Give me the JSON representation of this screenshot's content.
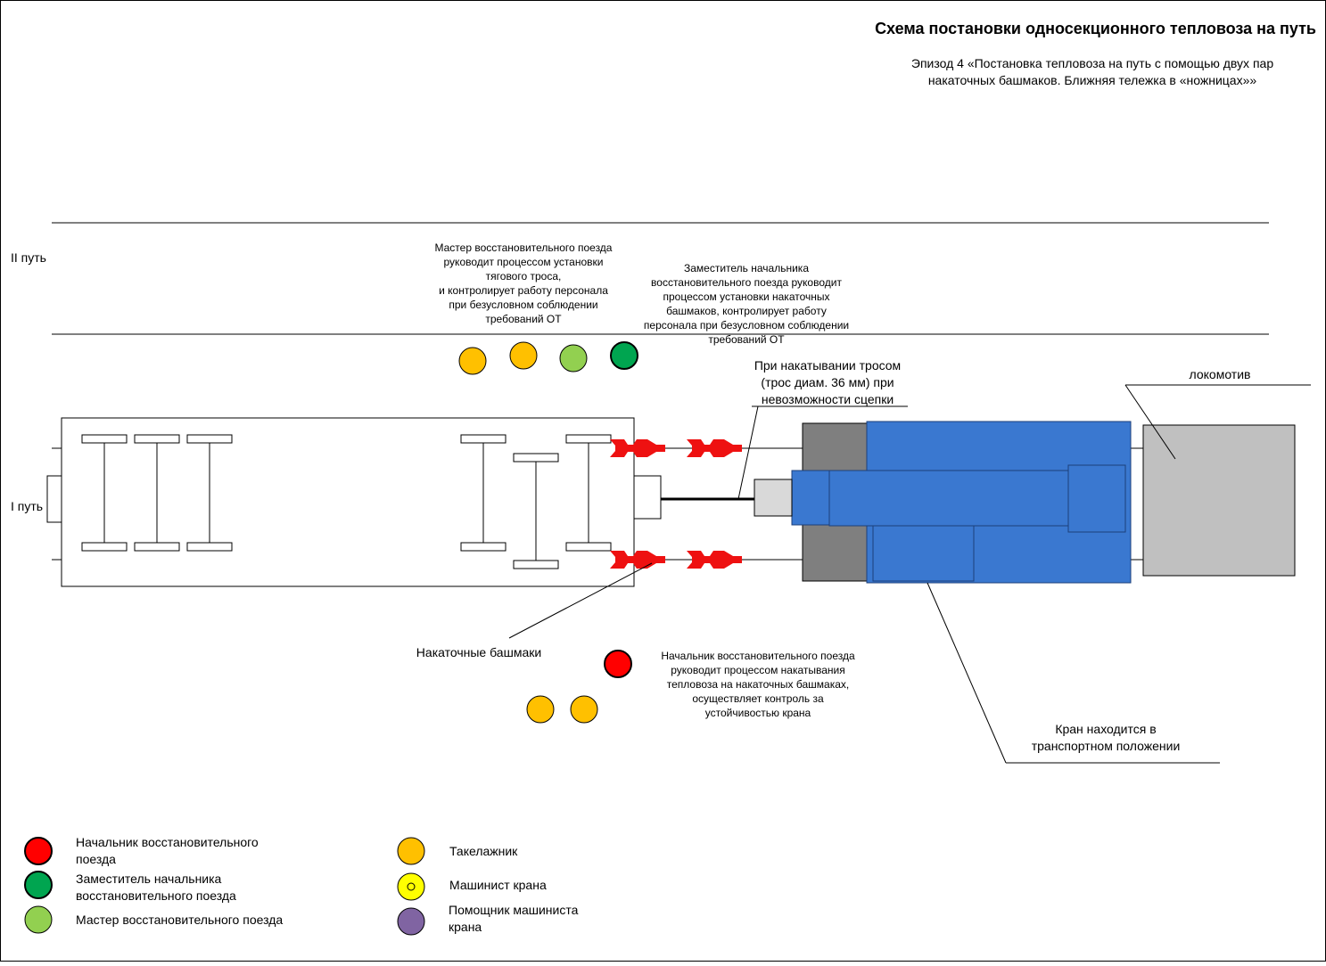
{
  "title": "Схема постановки односекционного тепловоза на путь",
  "episode": {
    "line1": "Эпизод 4 «Постановка тепловоза на путь с помощью двух пар",
    "line2": "накаточных башмаков. Ближняя тележка в «ножницах»»"
  },
  "tracks": {
    "track2_label": "II путь",
    "track1_label": "I путь"
  },
  "notes": {
    "master": [
      "Мастер восстановительного поезда",
      "руководит процессом установки",
      "тягового троса,",
      "и контролирует работу персонала",
      "при безусловном соблюдении",
      "требований ОТ"
    ],
    "deputy": [
      "Заместитель начальника",
      "восстановительного поезда руководит",
      "процессом установки накаточных",
      "башмаков,  контролирует работу",
      "персонала при безусловном соблюдении",
      "требований ОТ"
    ],
    "cable": [
      "При накатывании тросом",
      "(трос диам. 36 мм) при",
      "невозможности сцепки"
    ],
    "locomotive": "локомотив",
    "shoes": "Накаточные башмаки",
    "chief": [
      "Начальник восстановительного поезда",
      "руководит процессом накатывания",
      "тепловоза на накаточных башмаках,",
      "осуществляет контроль за",
      "устойчивостью крана"
    ],
    "crane": [
      "Кран находится в",
      "транспортном положении"
    ]
  },
  "legend": {
    "chief": [
      "Начальник восстановительного",
      "поезда"
    ],
    "deputy": [
      "Заместитель начальника",
      "восстановительного поезда"
    ],
    "master": "Мастер восстановительного поезда",
    "rigger": "Такелажник",
    "crane_operator": "Машинист крана",
    "crane_assistant": [
      "Помощник машиниста",
      "крана"
    ]
  },
  "colors": {
    "chief": "#ff0000",
    "deputy": "#00a550",
    "master": "#92d050",
    "rigger": "#ffc000",
    "crane_operator": "#ffff00",
    "crane_assistant": "#8064a2",
    "crane_body": "#3a78d0",
    "shoe": "#ee1111",
    "locomotive": "#c0c0c0",
    "crane_base": "#7f7f7f"
  },
  "icons": {
    "shoe": "rerailing-shoe-icon",
    "person": "person-marker-icon"
  }
}
